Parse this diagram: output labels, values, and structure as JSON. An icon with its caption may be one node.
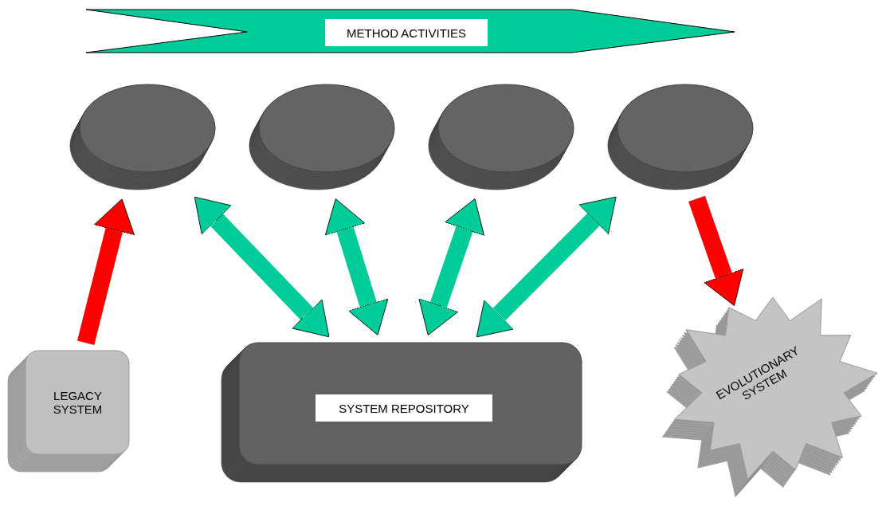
{
  "diagram": {
    "nodes": [
      {
        "text": [
          "METHOD ACTIVITIES"
        ]
      },
      {
        "text": [],
        "shape": "ellipse"
      },
      {
        "text": [],
        "shape": "ellipse"
      },
      {
        "text": [],
        "shape": "ellipse"
      },
      {
        "text": [],
        "shape": "ellipse"
      },
      {
        "text": [
          "LEGACY SYSTEM"
        ]
      },
      {
        "text": [
          "SYSTEM REPOSITORY"
        ]
      },
      {
        "text": [
          "EVOLUTIONARY SYSTEM"
        ]
      }
    ],
    "edges": [
      {
        "from": 5,
        "to": 1,
        "arrow": "to",
        "color": "#ff0000"
      },
      {
        "from": 1,
        "to": 6,
        "arrow": "both"
      },
      {
        "from": 2,
        "to": 6,
        "arrow": "both"
      },
      {
        "from": 3,
        "to": 6,
        "arrow": "both"
      },
      {
        "from": 4,
        "to": 6,
        "arrow": "both"
      },
      {
        "from": 4,
        "to": 7,
        "arrow": "to",
        "color": "#ff0000"
      }
    ]
  }
}
